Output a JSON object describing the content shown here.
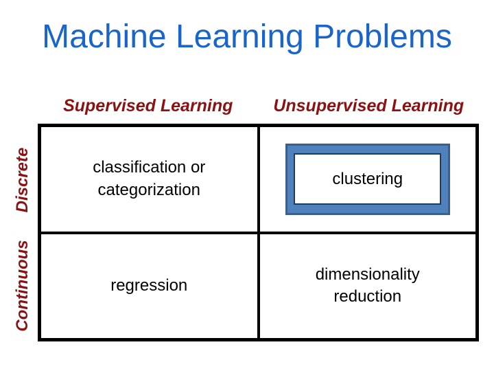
{
  "slide": {
    "title": "Machine Learning Problems"
  },
  "matrix": {
    "column_headers": [
      {
        "label": "Supervised Learning"
      },
      {
        "label": "Unsupervised Learning"
      }
    ],
    "row_headers": [
      {
        "label": "Discrete"
      },
      {
        "label": "Continuous"
      }
    ],
    "cells": [
      {
        "row": "Discrete",
        "column": "Supervised Learning",
        "label": "classification or\ncategorization",
        "highlighted": false
      },
      {
        "row": "Discrete",
        "column": "Unsupervised Learning",
        "label": "clustering",
        "highlighted": true
      },
      {
        "row": "Continuous",
        "column": "Supervised Learning",
        "label": "regression",
        "highlighted": false
      },
      {
        "row": "Continuous",
        "column": "Unsupervised Learning",
        "label": "dimensionality\nreduction",
        "highlighted": false
      }
    ]
  },
  "colors": {
    "title_blue": "#1b64c8",
    "header_red": "#8b1212",
    "cell_text": "#000000",
    "table_border": "#000000",
    "highlight_fill": "#4f81bd",
    "highlight_border": "#3a5f8c",
    "highlight_inner_border": "#1f3b63"
  }
}
